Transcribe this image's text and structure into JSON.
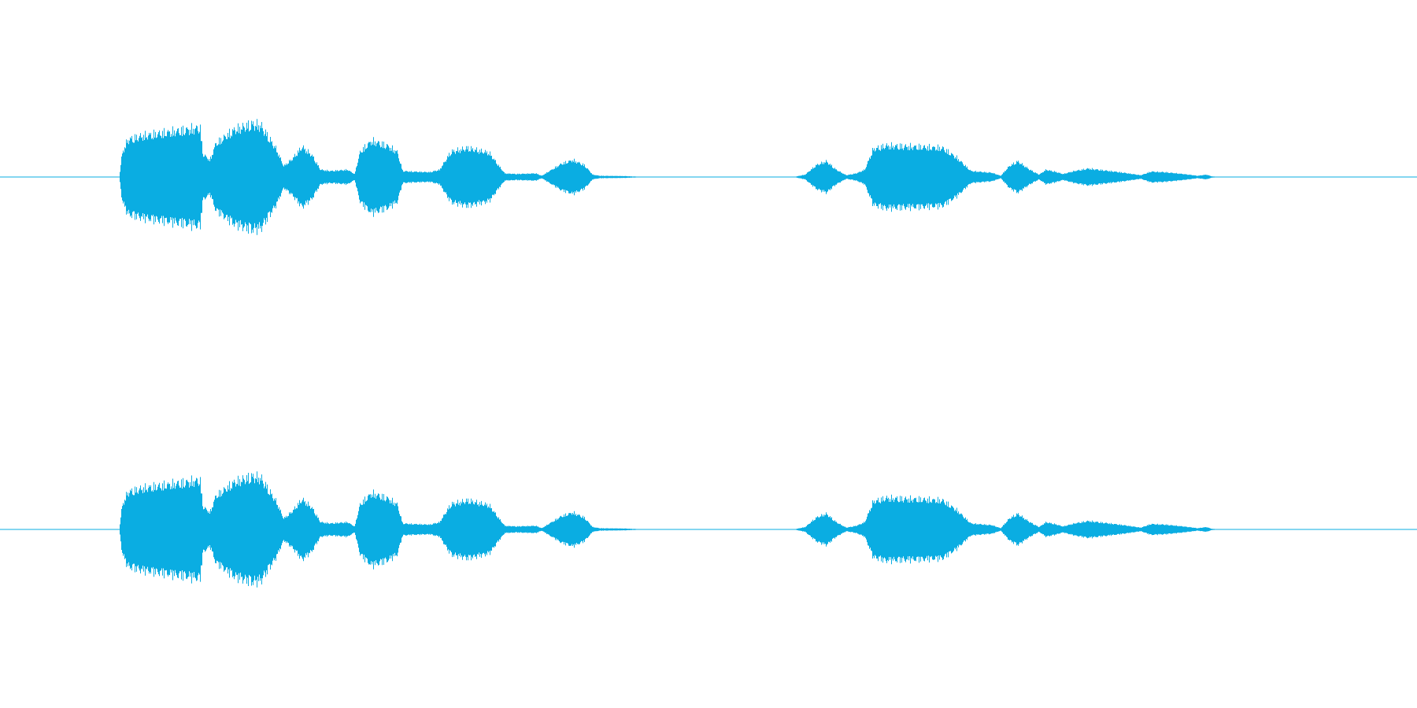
{
  "waveform": {
    "color": "#0aade2",
    "channels": [
      {
        "segments": [
          [
            0.0,
            0.0
          ],
          [
            0.084,
            0.0
          ],
          [
            0.086,
            0.4
          ],
          [
            0.09,
            0.62
          ],
          [
            0.1,
            0.68
          ],
          [
            0.13,
            0.78
          ],
          [
            0.141,
            0.82
          ],
          [
            0.143,
            0.38
          ],
          [
            0.148,
            0.28
          ],
          [
            0.152,
            0.55
          ],
          [
            0.165,
            0.78
          ],
          [
            0.178,
            0.88
          ],
          [
            0.184,
            0.85
          ],
          [
            0.195,
            0.45
          ],
          [
            0.2,
            0.18
          ],
          [
            0.206,
            0.3
          ],
          [
            0.213,
            0.5
          ],
          [
            0.22,
            0.36
          ],
          [
            0.226,
            0.12
          ],
          [
            0.233,
            0.1
          ],
          [
            0.245,
            0.12
          ],
          [
            0.25,
            0.05
          ],
          [
            0.254,
            0.42
          ],
          [
            0.262,
            0.6
          ],
          [
            0.273,
            0.52
          ],
          [
            0.28,
            0.42
          ],
          [
            0.284,
            0.1
          ],
          [
            0.29,
            0.09
          ],
          [
            0.303,
            0.08
          ],
          [
            0.31,
            0.12
          ],
          [
            0.318,
            0.42
          ],
          [
            0.33,
            0.48
          ],
          [
            0.345,
            0.4
          ],
          [
            0.352,
            0.18
          ],
          [
            0.356,
            0.06
          ],
          [
            0.364,
            0.05
          ],
          [
            0.378,
            0.06
          ],
          [
            0.382,
            0.02
          ],
          [
            0.396,
            0.22
          ],
          [
            0.404,
            0.28
          ],
          [
            0.412,
            0.2
          ],
          [
            0.418,
            0.04
          ],
          [
            0.423,
            0.02
          ],
          [
            0.441,
            0.015
          ],
          [
            0.45,
            0.005
          ],
          [
            0.56,
            0.0
          ],
          [
            0.568,
            0.04
          ],
          [
            0.576,
            0.2
          ],
          [
            0.583,
            0.26
          ],
          [
            0.59,
            0.12
          ],
          [
            0.597,
            0.03
          ],
          [
            0.604,
            0.06
          ],
          [
            0.61,
            0.12
          ],
          [
            0.616,
            0.46
          ],
          [
            0.625,
            0.52
          ],
          [
            0.65,
            0.5
          ],
          [
            0.665,
            0.48
          ],
          [
            0.675,
            0.32
          ],
          [
            0.685,
            0.1
          ],
          [
            0.7,
            0.07
          ],
          [
            0.706,
            0.02
          ],
          [
            0.712,
            0.18
          ],
          [
            0.718,
            0.26
          ],
          [
            0.726,
            0.13
          ],
          [
            0.733,
            0.04
          ],
          [
            0.738,
            0.12
          ],
          [
            0.744,
            0.09
          ],
          [
            0.75,
            0.05
          ],
          [
            0.758,
            0.1
          ],
          [
            0.768,
            0.14
          ],
          [
            0.79,
            0.08
          ],
          [
            0.805,
            0.03
          ],
          [
            0.812,
            0.09
          ],
          [
            0.822,
            0.08
          ],
          [
            0.835,
            0.05
          ],
          [
            0.845,
            0.02
          ],
          [
            0.851,
            0.04
          ],
          [
            0.855,
            0.01
          ],
          [
            0.86,
            0.0
          ],
          [
            1.0,
            0.0
          ]
        ]
      },
      {
        "segments": [
          [
            0.0,
            0.0
          ],
          [
            0.084,
            0.0
          ],
          [
            0.086,
            0.4
          ],
          [
            0.09,
            0.62
          ],
          [
            0.1,
            0.68
          ],
          [
            0.13,
            0.78
          ],
          [
            0.141,
            0.82
          ],
          [
            0.143,
            0.38
          ],
          [
            0.148,
            0.28
          ],
          [
            0.152,
            0.55
          ],
          [
            0.165,
            0.78
          ],
          [
            0.178,
            0.88
          ],
          [
            0.184,
            0.85
          ],
          [
            0.195,
            0.45
          ],
          [
            0.2,
            0.18
          ],
          [
            0.206,
            0.3
          ],
          [
            0.213,
            0.5
          ],
          [
            0.22,
            0.36
          ],
          [
            0.226,
            0.12
          ],
          [
            0.233,
            0.1
          ],
          [
            0.245,
            0.12
          ],
          [
            0.25,
            0.05
          ],
          [
            0.254,
            0.42
          ],
          [
            0.262,
            0.6
          ],
          [
            0.273,
            0.52
          ],
          [
            0.28,
            0.42
          ],
          [
            0.284,
            0.1
          ],
          [
            0.29,
            0.09
          ],
          [
            0.303,
            0.08
          ],
          [
            0.31,
            0.12
          ],
          [
            0.318,
            0.42
          ],
          [
            0.33,
            0.48
          ],
          [
            0.345,
            0.4
          ],
          [
            0.352,
            0.18
          ],
          [
            0.356,
            0.06
          ],
          [
            0.364,
            0.05
          ],
          [
            0.378,
            0.06
          ],
          [
            0.382,
            0.02
          ],
          [
            0.396,
            0.22
          ],
          [
            0.404,
            0.28
          ],
          [
            0.412,
            0.2
          ],
          [
            0.418,
            0.04
          ],
          [
            0.423,
            0.02
          ],
          [
            0.441,
            0.015
          ],
          [
            0.45,
            0.005
          ],
          [
            0.56,
            0.0
          ],
          [
            0.568,
            0.04
          ],
          [
            0.576,
            0.2
          ],
          [
            0.583,
            0.26
          ],
          [
            0.59,
            0.12
          ],
          [
            0.597,
            0.03
          ],
          [
            0.604,
            0.06
          ],
          [
            0.61,
            0.12
          ],
          [
            0.616,
            0.46
          ],
          [
            0.625,
            0.52
          ],
          [
            0.65,
            0.5
          ],
          [
            0.665,
            0.48
          ],
          [
            0.675,
            0.32
          ],
          [
            0.685,
            0.1
          ],
          [
            0.7,
            0.07
          ],
          [
            0.706,
            0.02
          ],
          [
            0.712,
            0.18
          ],
          [
            0.718,
            0.26
          ],
          [
            0.726,
            0.13
          ],
          [
            0.733,
            0.04
          ],
          [
            0.738,
            0.12
          ],
          [
            0.744,
            0.09
          ],
          [
            0.75,
            0.05
          ],
          [
            0.758,
            0.1
          ],
          [
            0.768,
            0.14
          ],
          [
            0.79,
            0.08
          ],
          [
            0.805,
            0.03
          ],
          [
            0.812,
            0.09
          ],
          [
            0.822,
            0.08
          ],
          [
            0.835,
            0.05
          ],
          [
            0.845,
            0.02
          ],
          [
            0.851,
            0.04
          ],
          [
            0.855,
            0.01
          ],
          [
            0.86,
            0.0
          ],
          [
            1.0,
            0.0
          ]
        ]
      }
    ]
  }
}
